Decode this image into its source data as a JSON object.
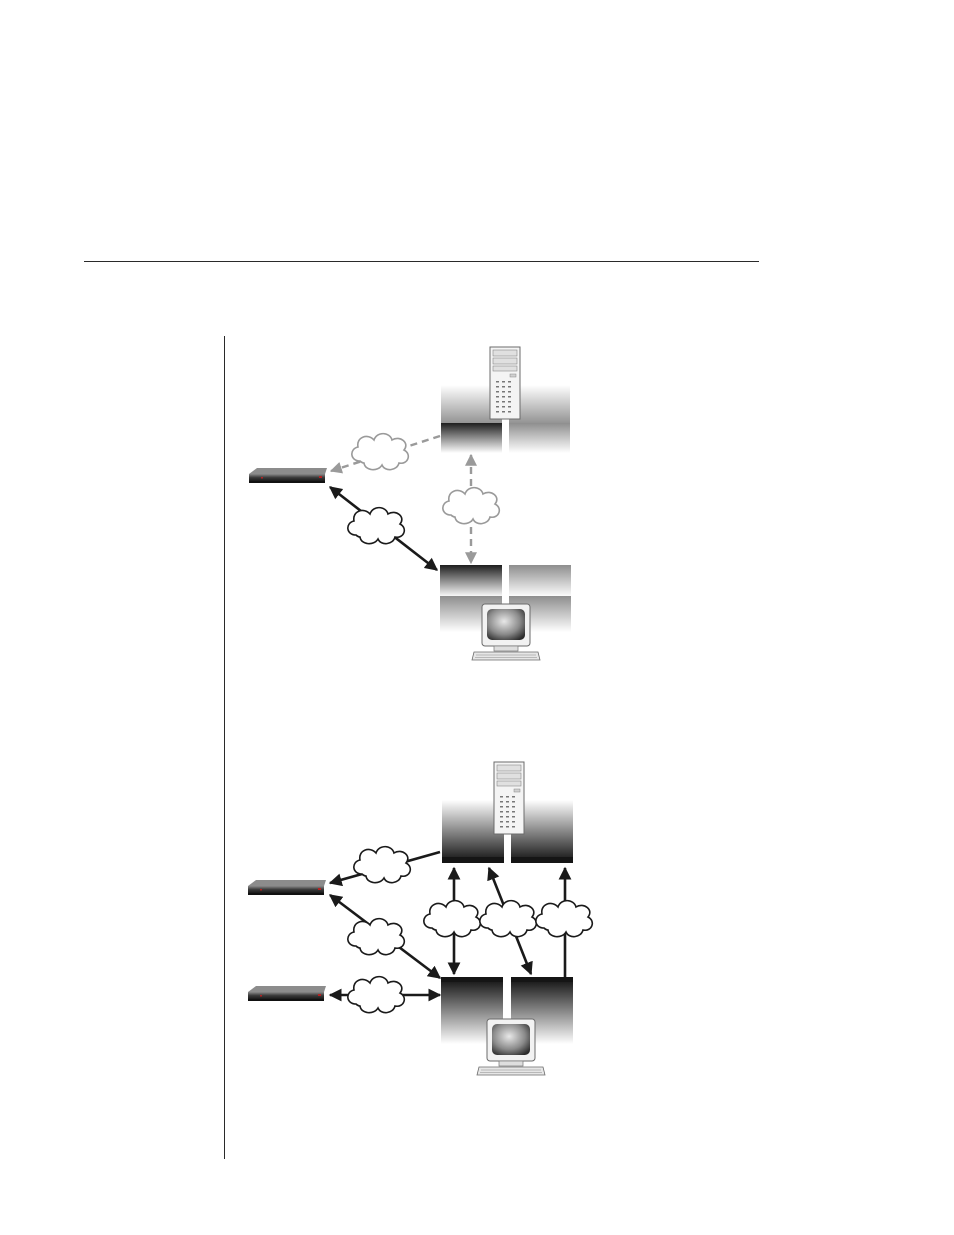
{
  "page": {
    "background": "#ffffff",
    "rule_color": "#2a2a2a"
  },
  "diagrams": [
    {
      "id": "diagram-1",
      "icons": [
        "appliance-icon",
        "tower-server-icon",
        "crt-monitor-icon",
        "network-cloud-icon"
      ],
      "connection_styles": {
        "active": "solid",
        "inactive": "dashed"
      },
      "colors": {
        "active": "#1a1a1a",
        "inactive": "#9a9a9a"
      }
    },
    {
      "id": "diagram-2",
      "icons": [
        "appliance-icon",
        "tower-server-icon",
        "crt-monitor-icon",
        "network-cloud-icon"
      ],
      "connection_styles": {
        "active": "solid"
      },
      "colors": {
        "active": "#1a1a1a"
      }
    }
  ]
}
